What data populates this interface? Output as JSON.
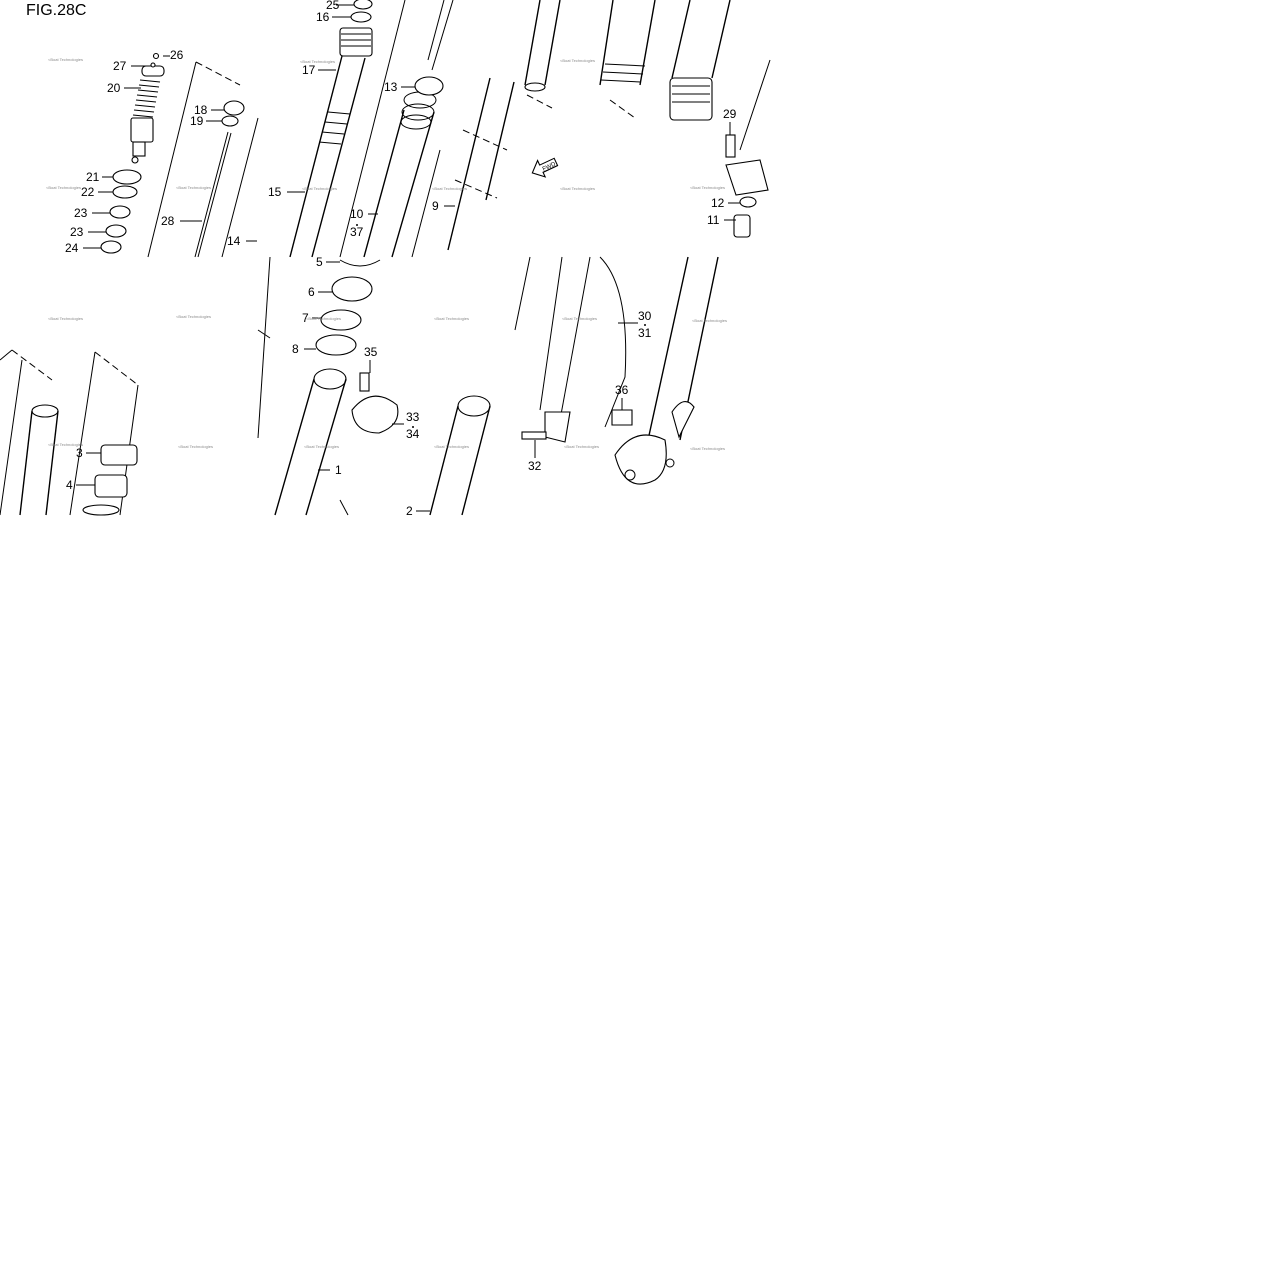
{
  "figure": {
    "title": "FIG.28C"
  },
  "direction_arrow": {
    "label": "FWD"
  },
  "watermark": {
    "text": "<Boat Technologies"
  },
  "callouts": [
    {
      "id": "c25",
      "label": "25"
    },
    {
      "id": "c16",
      "label": "16"
    },
    {
      "id": "c17",
      "label": "17"
    },
    {
      "id": "c26",
      "label": "26"
    },
    {
      "id": "c27",
      "label": "27"
    },
    {
      "id": "c20",
      "label": "20"
    },
    {
      "id": "c18",
      "label": "18"
    },
    {
      "id": "c19",
      "label": "19"
    },
    {
      "id": "c13",
      "label": "13"
    },
    {
      "id": "c29",
      "label": "29"
    },
    {
      "id": "c15",
      "label": "15"
    },
    {
      "id": "c21",
      "label": "21"
    },
    {
      "id": "c22",
      "label": "22"
    },
    {
      "id": "c23a",
      "label": "23"
    },
    {
      "id": "c23b",
      "label": "23"
    },
    {
      "id": "c24",
      "label": "24"
    },
    {
      "id": "c28",
      "label": "28"
    },
    {
      "id": "c14",
      "label": "14"
    },
    {
      "id": "c10",
      "label": "10"
    },
    {
      "id": "c37",
      "label": "37"
    },
    {
      "id": "c9",
      "label": "9"
    },
    {
      "id": "c12",
      "label": "12"
    },
    {
      "id": "c11",
      "label": "11"
    },
    {
      "id": "c5",
      "label": "5"
    },
    {
      "id": "c6",
      "label": "6"
    },
    {
      "id": "c7",
      "label": "7"
    },
    {
      "id": "c8",
      "label": "8"
    },
    {
      "id": "c35",
      "label": "35"
    },
    {
      "id": "c33",
      "label": "33"
    },
    {
      "id": "c34",
      "label": "34"
    },
    {
      "id": "c1",
      "label": "1"
    },
    {
      "id": "c2",
      "label": "2"
    },
    {
      "id": "c3",
      "label": "3"
    },
    {
      "id": "c4",
      "label": "4"
    },
    {
      "id": "c30",
      "label": "30"
    },
    {
      "id": "c31",
      "label": "31"
    },
    {
      "id": "c36",
      "label": "36"
    },
    {
      "id": "c32",
      "label": "32"
    }
  ]
}
